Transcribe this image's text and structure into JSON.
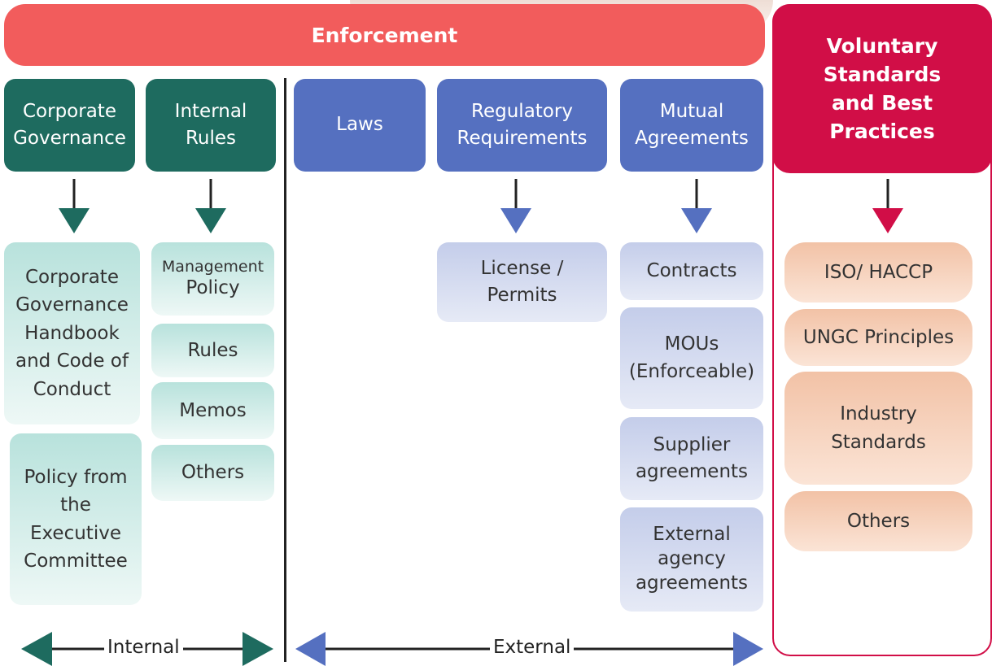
{
  "banner": {
    "enforcement": "Enforcement"
  },
  "voluntary": {
    "title": "Voluntary Standards and Best Practices",
    "items": [
      "ISO/ HACCP",
      "UNGC Principles",
      "Industry Standards",
      "Others"
    ]
  },
  "headers": {
    "corporate_governance": "Corporate Governance",
    "internal_rules": "Internal Rules",
    "laws": "Laws",
    "regulatory_requirements": "Regulatory Requirements",
    "mutual_agreements": "Mutual Agreements"
  },
  "corporate_governance_items": [
    "Corporate Governance Handbook and Code of Conduct",
    "Policy from the Executive Committee"
  ],
  "internal_rules_items": {
    "management_small": "Management",
    "management_policy": "Policy",
    "rules": "Rules",
    "memos": "Memos",
    "others": "Others"
  },
  "regulatory_items": [
    "License / Permits"
  ],
  "mutual_items": [
    "Contracts",
    "MOUs (Enforceable)",
    "Supplier agreements",
    "External agency agreements"
  ],
  "scope": {
    "internal": "Internal",
    "external": "External"
  },
  "colors": {
    "banner": "#f25c5c",
    "green": "#1e6b5f",
    "blue": "#5570c0",
    "red": "#d10e47",
    "teal_light": "#b8e2dc",
    "lavender_light": "#c4cdea",
    "peach_light": "#f2c2a6"
  }
}
